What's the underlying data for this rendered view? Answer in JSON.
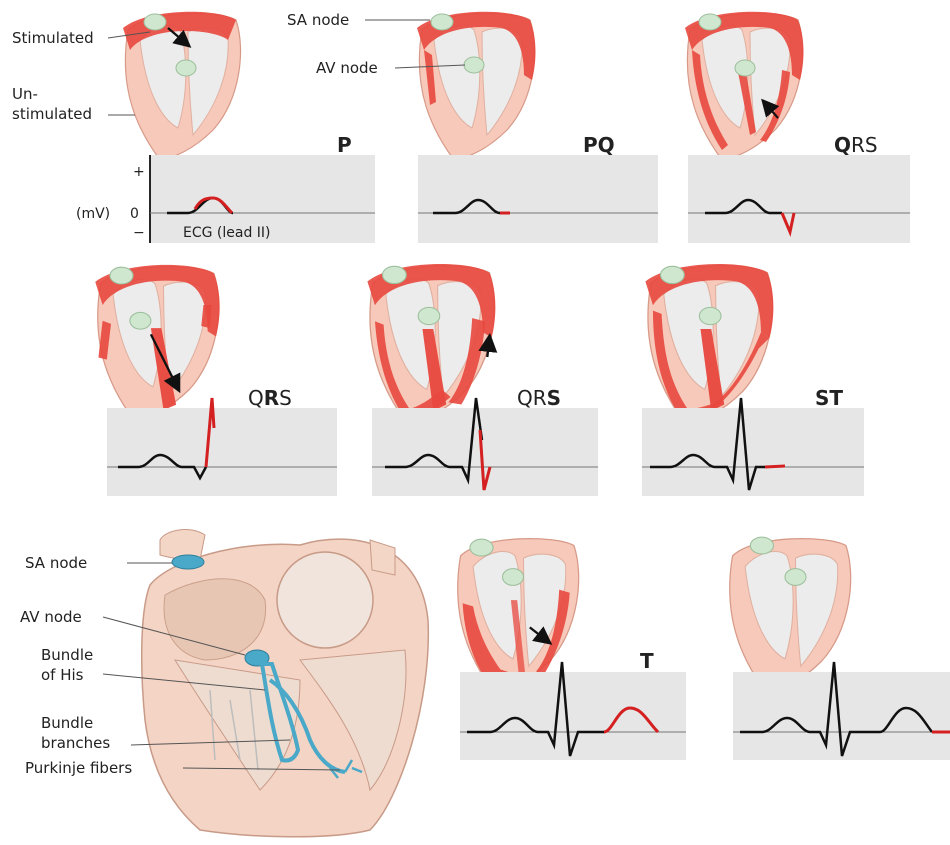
{
  "labels": {
    "stimulated": "Stimulated",
    "unstimulated_1": "Un-",
    "unstimulated_2": "stimulated",
    "sa_node": "SA node",
    "av_node": "AV node",
    "plus": "+",
    "minus": "−",
    "mv": "(mV)",
    "zero": "0",
    "ecg_lead": "ECG (lead II)"
  },
  "phases": {
    "p": "P",
    "pq": "PQ",
    "qrs1_bold": "Q",
    "qrs1_rest": "RS",
    "qrs2_pre": "Q",
    "qrs2_bold": "R",
    "qrs2_post": "S",
    "qrs3_pre": "QR",
    "qrs3_bold": "S",
    "st": "ST",
    "t": "T"
  },
  "anatomy": {
    "sa_node": "SA node",
    "av_node": "AV node",
    "his_1": "Bundle",
    "his_2": "of His",
    "branches_1": "Bundle",
    "branches_2": "branches",
    "purkinje": "Purkinje fibers"
  },
  "colors": {
    "stimulated": "#e8483e",
    "unstimulated": "#f6c9ba",
    "chamber": "#ececec",
    "node": "#cfe6cf",
    "ecg_panel": "#e6e6e6",
    "ecg_trace": "#111111",
    "ecg_active": "#d42020",
    "conduction": "#4aa8c8"
  }
}
